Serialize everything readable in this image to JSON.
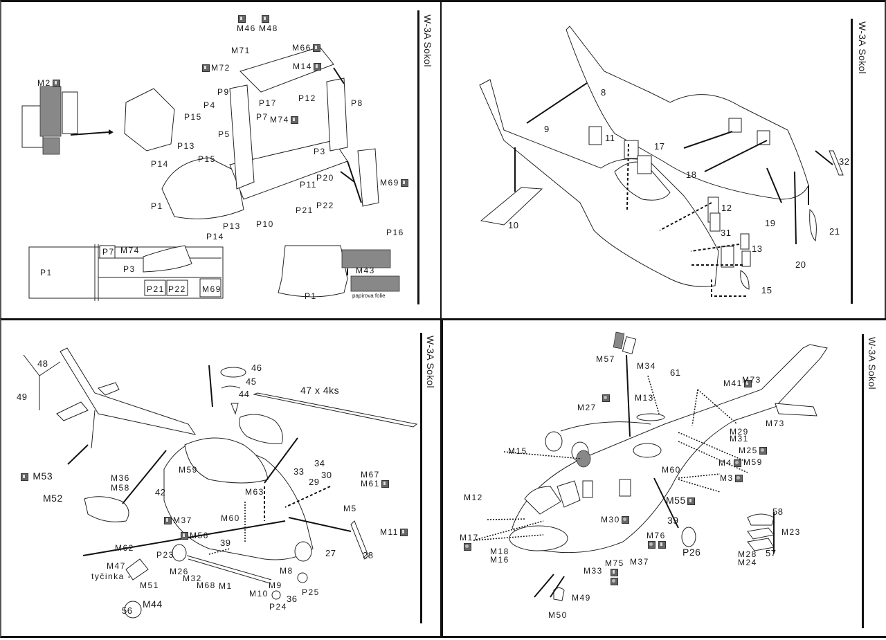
{
  "panels": [
    {
      "id": "interior",
      "side_title": "W-3A Sokol",
      "labels": [
        "M2",
        "M46",
        "M48",
        "M71",
        "M72",
        "M66",
        "M14",
        "P9",
        "P17",
        "P12",
        "P8",
        "P4",
        "P15",
        "P5",
        "P7",
        "M74",
        "P13",
        "P15",
        "P3",
        "P14",
        "P1",
        "P11",
        "P20",
        "P21",
        "P22",
        "M69",
        "P10",
        "P13",
        "P14",
        "P16",
        "M43",
        "P1",
        "P7",
        "M74",
        "P3",
        "P1",
        "P21",
        "P22",
        "M69"
      ],
      "paper_note": "papirova folie"
    },
    {
      "id": "fuselage-windows",
      "side_title": "W-3A Sokol",
      "labels": [
        "8",
        "9",
        "10",
        "11",
        "17",
        "18",
        "12",
        "19",
        "21",
        "32",
        "31",
        "13",
        "20",
        "15"
      ]
    },
    {
      "id": "rotor-exterior",
      "side_title": "W-3A Sokol",
      "labels": [
        "48",
        "49",
        "46",
        "45",
        "44",
        "47 x 4ks",
        "M53",
        "M52",
        "M36",
        "M58",
        "M59",
        "42",
        "M63",
        "33",
        "34",
        "30",
        "29",
        "M67",
        "M61",
        "M5",
        "M11",
        "M37",
        "M60",
        "M56",
        "39",
        "M62",
        "P23",
        "M47",
        "tyčinka -",
        "M26",
        "M32",
        "M68",
        "M1",
        "M8",
        "M9",
        "M10",
        "M51",
        "M44",
        "56",
        "27",
        "28",
        "36",
        "P25",
        "P24"
      ]
    },
    {
      "id": "exterior-details",
      "side_title": "W-3A Sokol",
      "labels": [
        "M57",
        "M34",
        "61",
        "M41",
        "M73",
        "M27",
        "M13",
        "M15",
        "M73",
        "M29",
        "M31",
        "M25",
        "M59",
        "M4",
        "M3",
        "M60",
        "M12",
        "M55",
        "M17",
        "39",
        "M30",
        "M76",
        "P26",
        "M18",
        "M16",
        "M33",
        "M75",
        "M37",
        "58",
        "M23",
        "M28",
        "M24",
        "57",
        "M49",
        "M50"
      ]
    }
  ],
  "icons": {
    "etched_part": "film-icon",
    "resin_part": "circle-icon"
  }
}
